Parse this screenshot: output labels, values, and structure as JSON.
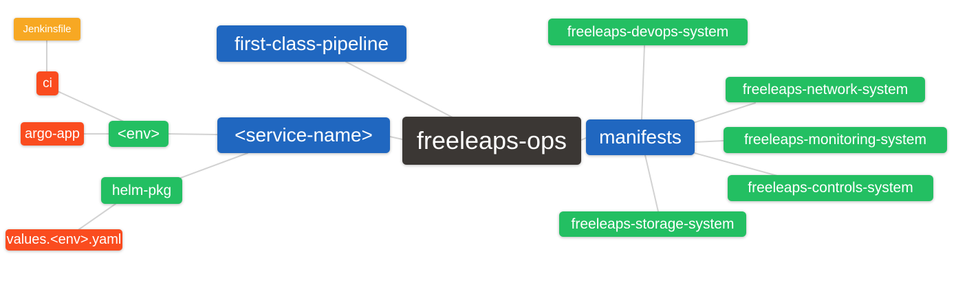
{
  "diagram": {
    "type": "mindmap",
    "root_label": "freeleaps-ops",
    "palette": {
      "root_bg": "#3b3734",
      "level1_bg": "#2067c0",
      "level2_bg": "#23bf62",
      "level3_bg": "#fa4c1f",
      "level4_bg": "#f7a823",
      "edge": "#d2d2d2",
      "node_text": "#ffffff",
      "background": "#ffffff"
    },
    "nodes": {
      "root": {
        "label": "freeleaps-ops"
      },
      "pipeline": {
        "label": "first-class-pipeline"
      },
      "service": {
        "label": "<service-name>"
      },
      "manifests": {
        "label": "manifests"
      },
      "env": {
        "label": "<env>"
      },
      "helm": {
        "label": "helm-pkg"
      },
      "ci": {
        "label": "ci"
      },
      "argo": {
        "label": "argo-app"
      },
      "jenkinsfile": {
        "label": "Jenkinsfile"
      },
      "values": {
        "label": "values.<env>.yaml"
      },
      "devops": {
        "label": "freeleaps-devops-system"
      },
      "network": {
        "label": "freeleaps-network-system"
      },
      "monitoring": {
        "label": "freeleaps-monitoring-system"
      },
      "controls": {
        "label": "freeleaps-controls-system"
      },
      "storage": {
        "label": "freeleaps-storage-system"
      }
    },
    "edges": [
      {
        "from": "jenkinsfile",
        "to": "ci"
      },
      {
        "from": "ci",
        "to": "env"
      },
      {
        "from": "argo-app",
        "to": "env"
      },
      {
        "from": "env",
        "to": "service-name"
      },
      {
        "from": "first-class-pipeline",
        "to": "freeleaps-ops"
      },
      {
        "from": "service-name",
        "to": "freeleaps-ops"
      },
      {
        "from": "helm-pkg",
        "to": "service-name"
      },
      {
        "from": "values.<env>.yaml",
        "to": "helm-pkg"
      },
      {
        "from": "freeleaps-ops",
        "to": "manifests"
      },
      {
        "from": "manifests",
        "to": "freeleaps-devops-system"
      },
      {
        "from": "manifests",
        "to": "freeleaps-network-system"
      },
      {
        "from": "manifests",
        "to": "freeleaps-monitoring-system"
      },
      {
        "from": "manifests",
        "to": "freeleaps-controls-system"
      },
      {
        "from": "manifests",
        "to": "freeleaps-storage-system"
      }
    ]
  }
}
